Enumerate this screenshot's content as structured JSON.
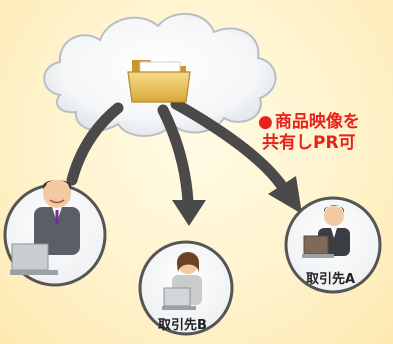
{
  "callout": {
    "bullet": "●",
    "line1": "商品映像を",
    "line2": "共有しPR可"
  },
  "partners": {
    "a": "取引先A",
    "b": "取引先B"
  },
  "colors": {
    "background": "#fff3cc",
    "arrow": "#4a4a4a",
    "callout_text": "#e8221a",
    "folder": "#e9c45a"
  },
  "icons": [
    "cloud-icon",
    "folder-icon",
    "person-icon",
    "laptop-icon"
  ]
}
